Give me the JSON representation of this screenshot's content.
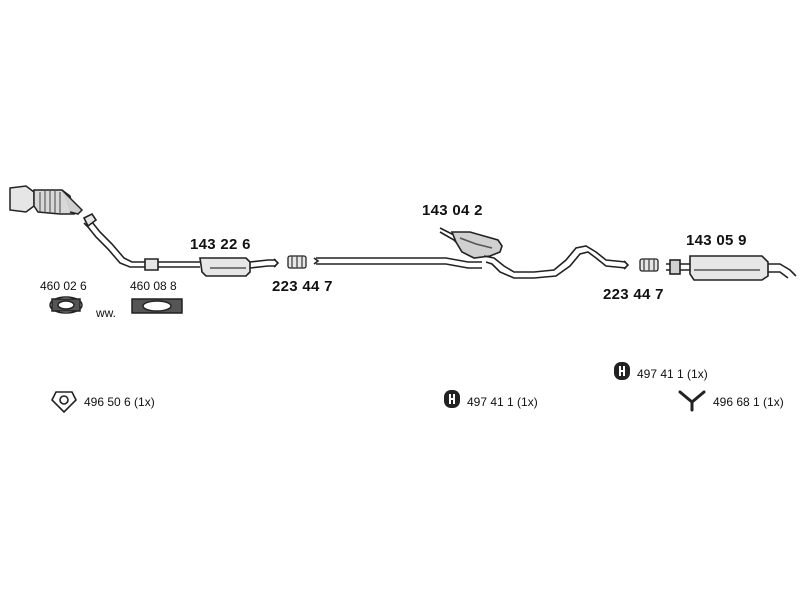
{
  "parts": {
    "front_pipe": "143 22 6",
    "center_box": "143 04 2",
    "rear_box": "143 05 9",
    "clamp_left": "223 44 7",
    "clamp_right": "223 44 7",
    "gasket_a": "460 02 6",
    "gasket_b": "460 08 8",
    "gasket_note": "ww."
  },
  "fittings": {
    "ring": "496 50 6 (1x)",
    "hanger_mid": "497 41 1 (1x)",
    "hanger_right": "497 41 1 (1x)",
    "bracket_v": "496 68 1 (1x)"
  },
  "colors": {
    "line": "#222222",
    "fill_light": "#e6e6e6",
    "fill_dark": "#555555"
  }
}
